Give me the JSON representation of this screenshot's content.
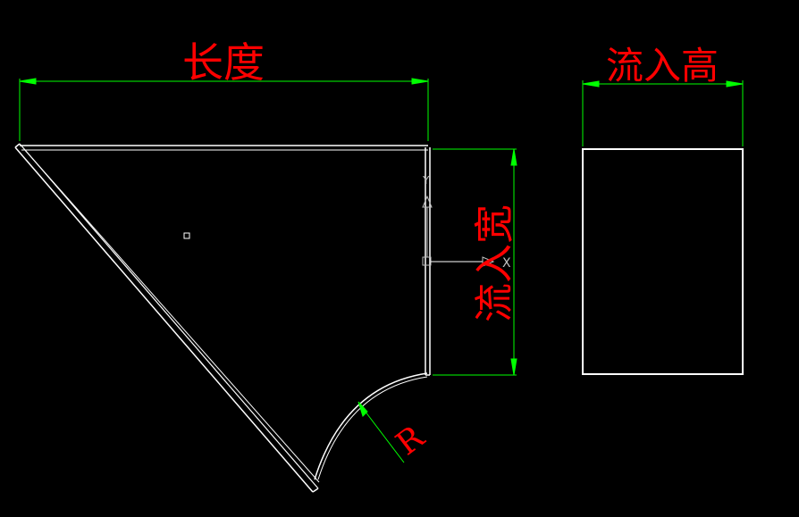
{
  "labels": {
    "length": "长度",
    "inlet_height": "流入高",
    "inlet_width": "流入宽",
    "radius": "R"
  },
  "ucs_icon": {
    "x_axis": "X",
    "y_axis": "Y"
  },
  "colors": {
    "background": "#000000",
    "geometry": "#ffffff",
    "dimension": "#00ff00",
    "label": "#ff0000"
  }
}
